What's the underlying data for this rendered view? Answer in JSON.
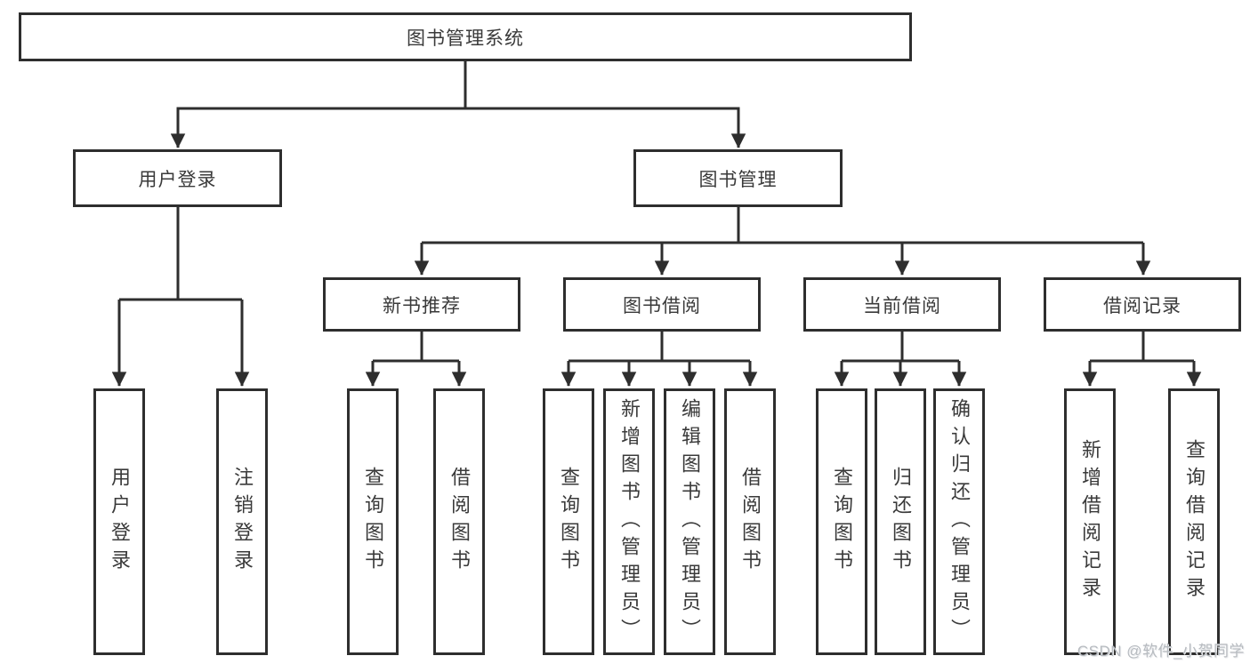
{
  "tree": {
    "root": {
      "label": "图书管理系统"
    },
    "login": {
      "label": "用户登录",
      "children": [
        {
          "label": "用户登录"
        },
        {
          "label": "注销登录"
        }
      ]
    },
    "management": {
      "label": "图书管理",
      "sections": [
        {
          "label": "新书推荐",
          "children": [
            {
              "label": "查询图书"
            },
            {
              "label": "借阅图书"
            }
          ]
        },
        {
          "label": "图书借阅",
          "children": [
            {
              "label": "查询图书"
            },
            {
              "label": "新增图书（管理员）"
            },
            {
              "label": "编辑图书（管理员）"
            },
            {
              "label": "借阅图书"
            }
          ]
        },
        {
          "label": "当前借阅",
          "children": [
            {
              "label": "查询图书"
            },
            {
              "label": "归还图书"
            },
            {
              "label": "确认归还（管理员）"
            }
          ]
        },
        {
          "label": "借阅记录",
          "children": [
            {
              "label": "新增借阅记录"
            },
            {
              "label": "查询借阅记录"
            }
          ]
        }
      ]
    }
  },
  "watermark": {
    "text": "CSDN @软件_小贺同学"
  },
  "colors": {
    "line": "#2e2e2e",
    "text": "#3a3a3a",
    "watermark": "#b7bbc0"
  }
}
